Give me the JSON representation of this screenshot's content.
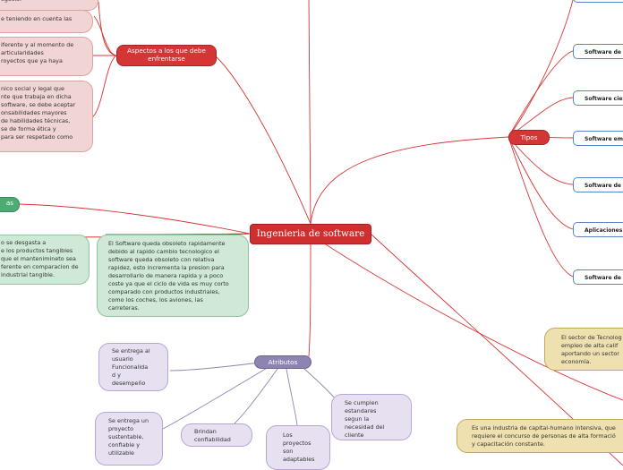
{
  "central": "Ingenieria de software",
  "branches": {
    "aspectos": "Aspectos a los que debe enfrentarse",
    "tipos": "Tipos",
    "atributos": "Atributos",
    "left_partial": "as"
  },
  "aspectos_items": [
    "egocio.",
    "e teniendo en cuenta las",
    "iferente y al momento de\narticularidades\nroyectos que  ya haya",
    "nico social y legal que\nnte que trabaja en dicha\nsoftware, se debe aceptar\nonsabilidades mayores\nde habilidades técnicas,\nse de forma ética y\npara ser respetado como"
  ],
  "caracteristicas_items": [
    "o se desgasta a\ne los productos tangibles\nque el mantenimineto sea\nferente en comparacion de\nindustrial tangible.",
    "El Software queda obsoleto rapidamente\ndebido al rapido cambio tecnologico el\nsoftware queda obsoleto con relativa\nrapidez, esto incrementa la presion para\ndesarrollarlo de manera rapida y a poco\ncoste ya que el ciclo de vida es muy corto\ncomparado con productos industriales,\ncomo los coches, los aviones, las\ncarreteras."
  ],
  "tipos_items": [
    "",
    "Software de a",
    "Software cien",
    "Software emp",
    "Software de li",
    "Aplicaciones v",
    "Software de in"
  ],
  "atributos_items": [
    "Se entrega al\nusuario\nFuncionalida\nd y\ndesempeño",
    "Se entrega un\nproyecto\nsustentable,\nconfiable y\nutilizable",
    "Brindan\nconfiabilidad",
    "Los\nproyectos\nson\nadaptables",
    "Se cumplen\nestandares\nsegun la\nnecesidad del\ncliente"
  ],
  "sector_notes": [
    "El sector de Tecnolog\nempleo de alta calif\naportando un sector\neconomía.",
    "Es una industria de capital-humano intensiva, que\nrequiere el concurso de personas de alta formació\ny capacitación constante."
  ],
  "colors": {
    "red": "#d43535",
    "green": "#4dab73",
    "purple": "#8e84b2",
    "blue": "#5b86c4"
  }
}
